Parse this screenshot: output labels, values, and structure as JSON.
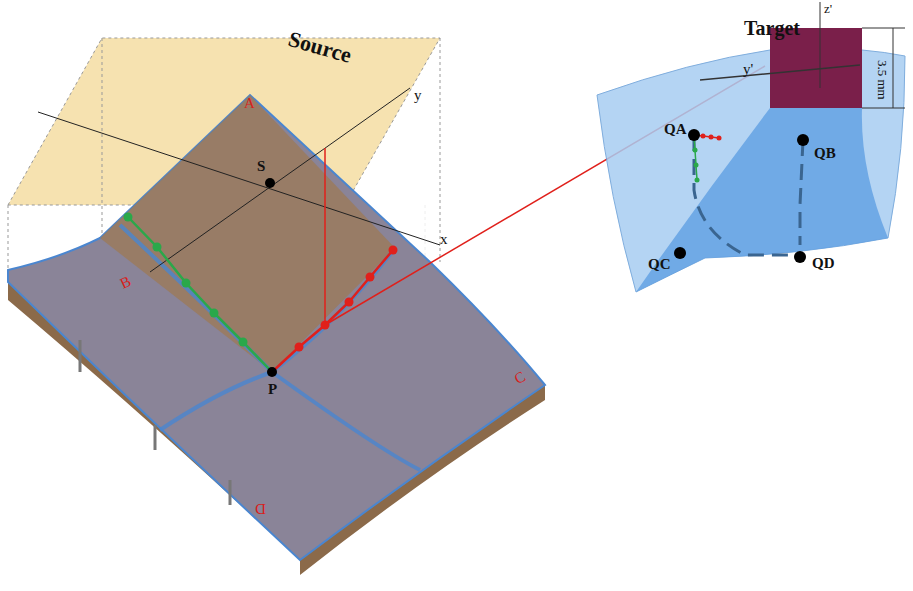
{
  "diagram": {
    "labels": [
      "Source",
      "Target",
      "A",
      "B",
      "C",
      "D",
      "S",
      "P",
      "x",
      "y",
      "y'",
      "z'",
      "QA",
      "QB",
      "QC",
      "QD",
      "3.5 mm"
    ]
  }
}
